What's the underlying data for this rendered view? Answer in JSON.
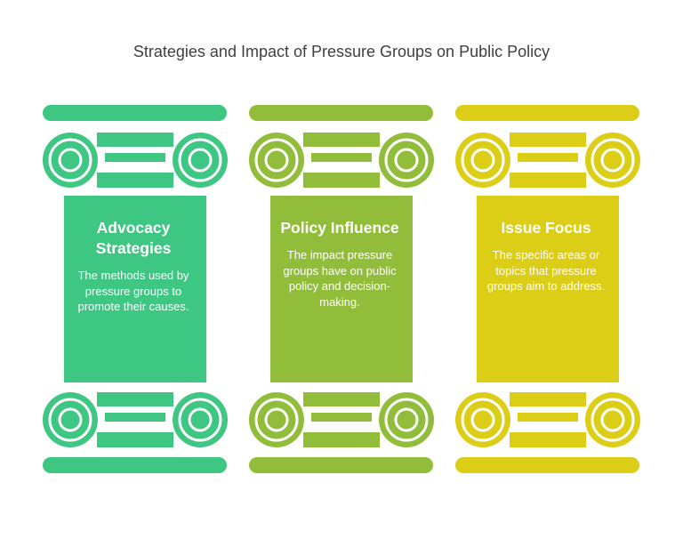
{
  "title": "Strategies and Impact of Pressure Groups on Public Policy",
  "pillars": [
    {
      "heading": "Advocacy Strategies",
      "description": "The methods used by pressure groups to promote their causes.",
      "color": "#3ec683"
    },
    {
      "heading": "Policy Influence",
      "description": "The impact pressure groups have on public policy and decision-making.",
      "color": "#92bd3a"
    },
    {
      "heading": "Issue Focus",
      "description": "The specific areas or topics that pressure groups aim to address.",
      "color": "#dccd17"
    }
  ]
}
